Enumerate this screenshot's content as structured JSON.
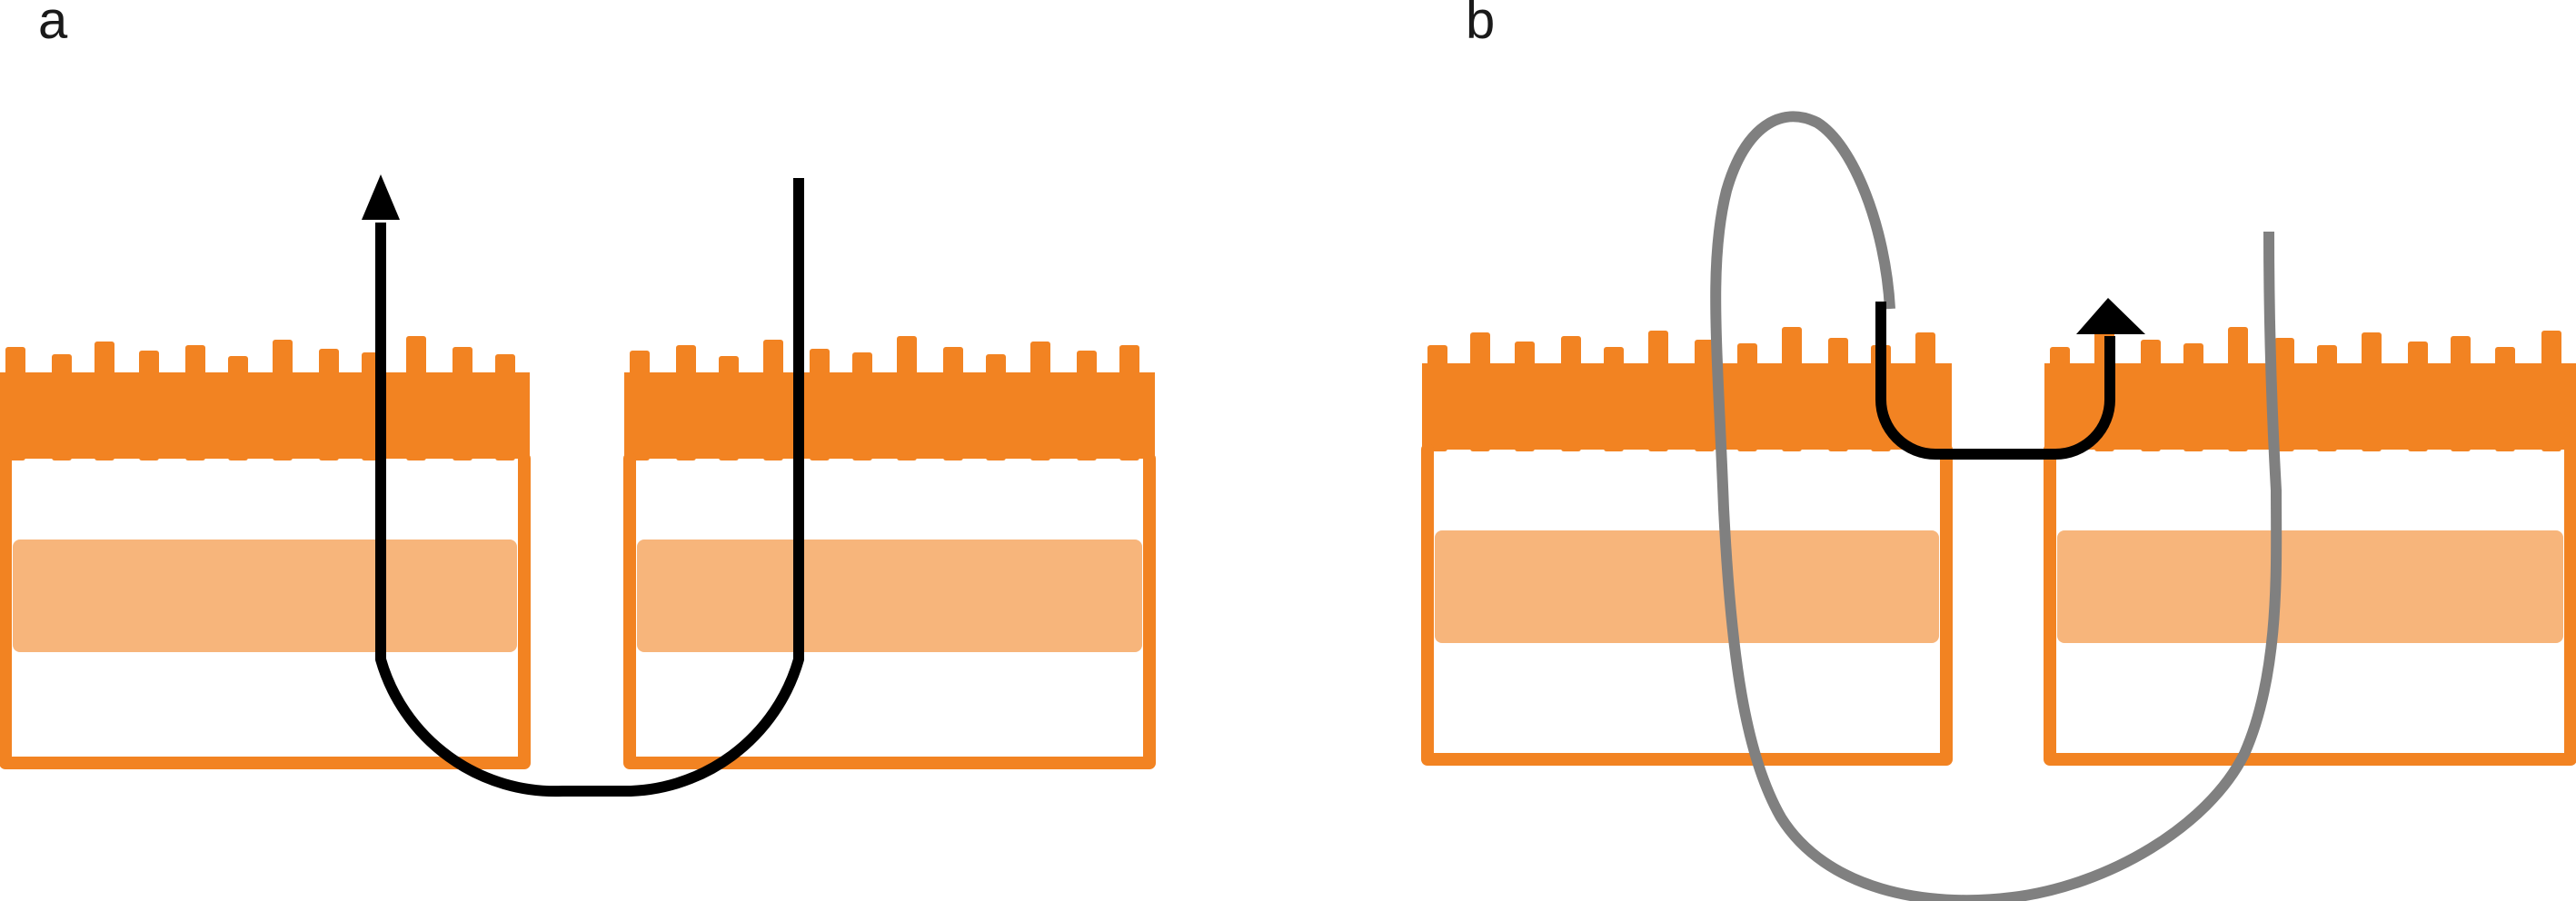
{
  "panels": [
    {
      "id": "a",
      "label": "a"
    },
    {
      "id": "b",
      "label": "b"
    }
  ],
  "colors": {
    "cell": "#f28322",
    "cell_band": "#f7b57b",
    "path_black": "#000000",
    "path_gray": "#808080",
    "background": "#ffffff"
  },
  "icons": [
    "arrowhead-icon"
  ]
}
